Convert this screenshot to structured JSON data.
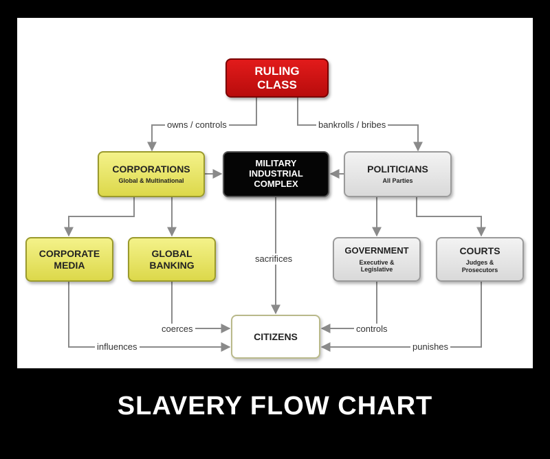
{
  "nodes": {
    "ruling_class": {
      "title": "RULING\nCLASS"
    },
    "corporations": {
      "title": "CORPORATIONS",
      "sub": "Global & Multinational"
    },
    "mic": {
      "title": "MILITARY\nINDUSTRIAL\nCOMPLEX"
    },
    "politicians": {
      "title": "POLITICIANS",
      "sub": "All Parties"
    },
    "corporate_media": {
      "title": "CORPORATE\nMEDIA"
    },
    "global_banking": {
      "title": "GLOBAL\nBANKING"
    },
    "government": {
      "title": "GOVERNMENT",
      "sub": "Executive &\nLegislative"
    },
    "courts": {
      "title": "COURTS",
      "sub": "Judges &\nProsecutors"
    },
    "citizens": {
      "title": "CITIZENS"
    }
  },
  "edges": {
    "owns_controls": "owns / controls",
    "bankrolls_bribes": "bankrolls / bribes",
    "sacrifices": "sacrifices",
    "coerces": "coerces",
    "influences": "influences",
    "controls": "controls",
    "punishes": "punishes"
  },
  "footer": {
    "caption": "SLAVERY FLOW CHART"
  },
  "colors": {
    "background": "#000000",
    "panel": "#ffffff",
    "ruling_class": "#d11212",
    "yellow_node": "#e8e66a",
    "gray_node": "#e4e4e4",
    "black_node": "#050505",
    "connector": "#8a8a8a"
  }
}
